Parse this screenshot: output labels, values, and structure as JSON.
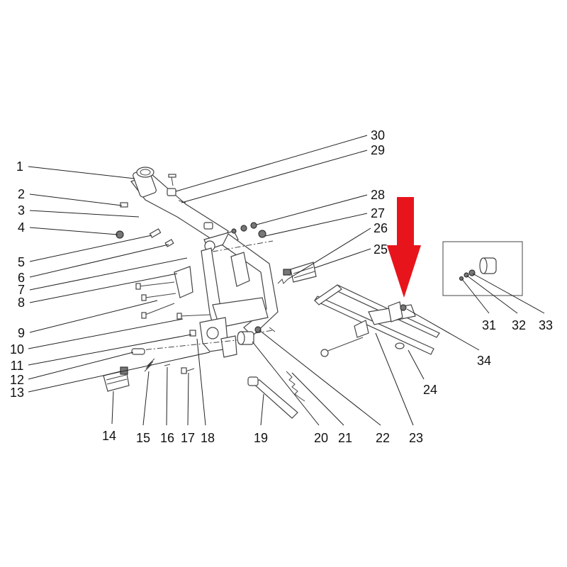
{
  "callouts": [
    "1",
    "2",
    "3",
    "4",
    "5",
    "6",
    "7",
    "8",
    "9",
    "10",
    "11",
    "12",
    "13",
    "14",
    "15",
    "16",
    "17",
    "18",
    "19",
    "20",
    "21",
    "22",
    "23",
    "24",
    "25",
    "26",
    "27",
    "28",
    "29",
    "30",
    "31",
    "32",
    "33",
    "34"
  ],
  "colors": {
    "arrow": "#e8141c",
    "line": "#222222",
    "frame": "#444444"
  }
}
